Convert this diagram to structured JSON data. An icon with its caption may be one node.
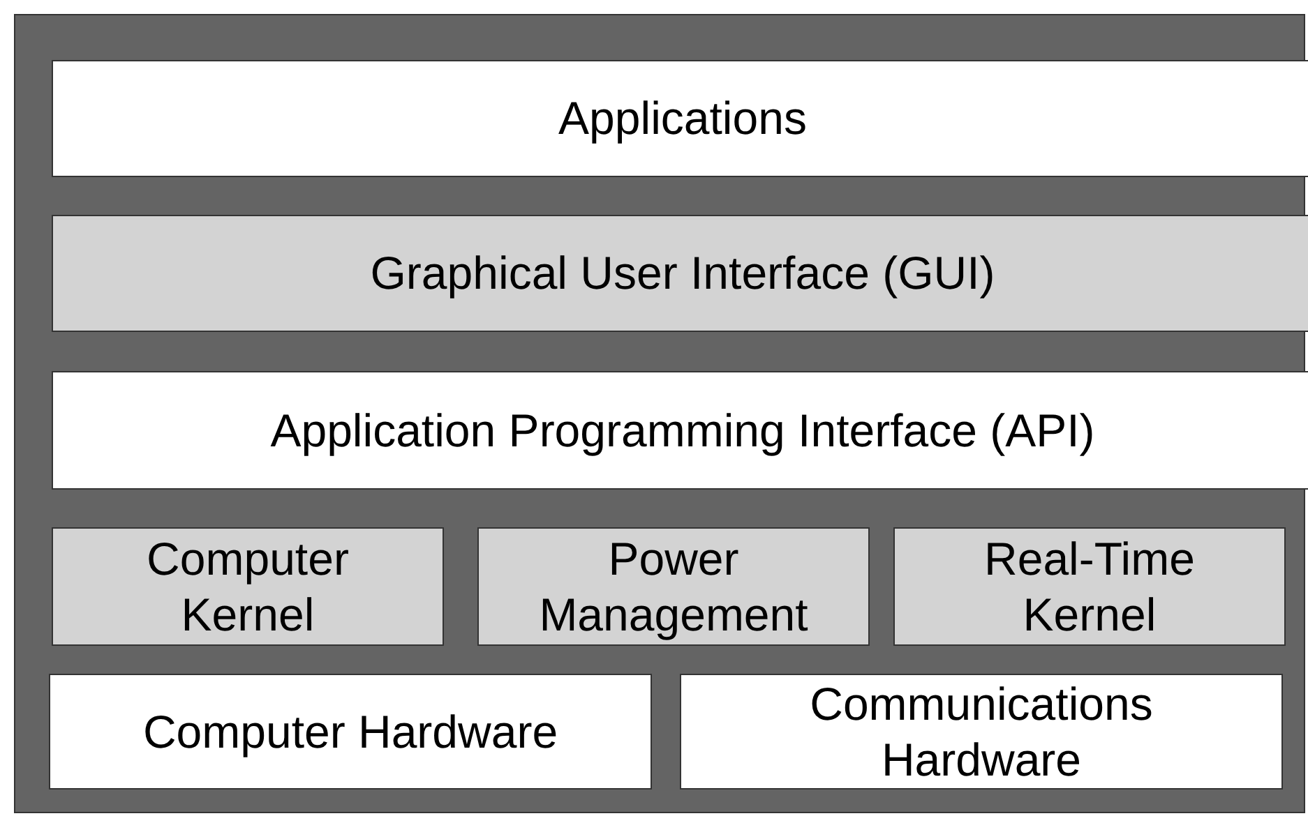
{
  "diagram": {
    "nodes": [
      {
        "text": [
          "Applications"
        ]
      },
      {
        "text": [
          "Graphical User Interface (GUI)"
        ]
      },
      {
        "text": [
          "Application Programming Interface (API)"
        ]
      },
      {
        "text": [
          "Computer Kernel"
        ]
      },
      {
        "text": [
          "Power Management"
        ]
      },
      {
        "text": [
          "Real-Time Kernel"
        ]
      },
      {
        "text": [
          "Computer Hardware"
        ]
      },
      {
        "text": [
          "Communications Hardware"
        ]
      }
    ]
  }
}
